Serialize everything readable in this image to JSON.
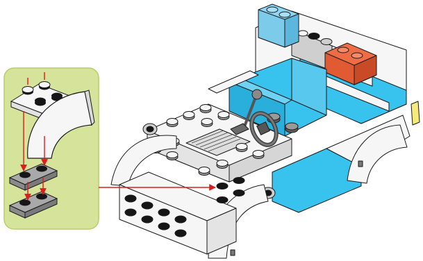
{
  "diagram": {
    "kind": "lego-assembly-step",
    "subassembly_panel": {
      "background": "#d6e39a",
      "border": "#b9cc64",
      "parts": [
        {
          "name": "white-plate-2x2",
          "color": "#f4f4f4"
        },
        {
          "name": "white-curved-wheel-arch",
          "color": "#f4f4f4"
        },
        {
          "name": "dark-grey-plate-1x2",
          "color": "#9a9a9a"
        },
        {
          "name": "dark-grey-plate-1x2",
          "color": "#9a9a9a"
        }
      ]
    },
    "model": {
      "name": "police-car-front",
      "colors": {
        "white": "#f6f6f6",
        "azure": "#38c2ee",
        "trans_light_blue": "#8fd6f2",
        "trans_red": "#ef6d45",
        "light_grey": "#cfcfcf",
        "dark_grey": "#777777",
        "yellow": "#f6ea7a",
        "black": "#161616",
        "outline": "#1a1a1a"
      }
    },
    "arrow_color": "#e01b1b"
  }
}
